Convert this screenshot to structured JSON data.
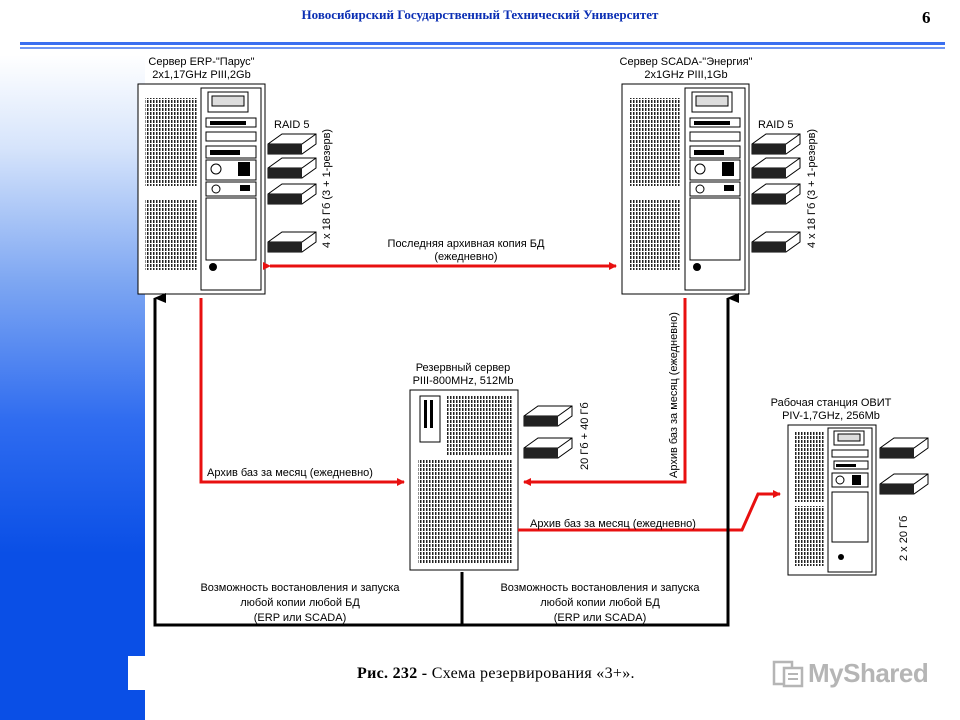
{
  "header": {
    "title": "Новосибирский Государственный Технический Университет",
    "page_number": "6"
  },
  "servers": {
    "erp": {
      "line1": "Сервер ERP-\"Парус\"",
      "line2": "2x1,17GHz PIII,2Gb",
      "raid": "RAID 5",
      "disks": "4 x 18 Гб (3 + 1-резерв)"
    },
    "scada": {
      "line1": "Сервер SCADA-\"Энергия\"",
      "line2": "2x1GHz PIII,1Gb",
      "raid": "RAID 5",
      "disks": "4 x 18 Гб (3 + 1-резерв)"
    },
    "backup": {
      "line1": "Резервный сервер",
      "line2": "PIII-800MHz, 512Mb",
      "disks": "20 Гб + 40 Гб"
    },
    "workstation": {
      "line1": "Рабочая станция ОВИТ",
      "line2": "PIV-1,7GHz, 256Mb",
      "disks": "2 x 20 Гб"
    }
  },
  "links": {
    "archive_copy_line1": "Последняя архивная копия БД",
    "archive_copy_line2": "(ежедневно)",
    "monthly_left": "Архив баз за месяц (ежедневно)",
    "monthly_vertical": "Архив баз за месяц (ежедневно)",
    "monthly_right": "Архив баз за месяц (ежедневно)",
    "restore_left": [
      "Возможность востановления и запуска",
      "любой копии любой  БД",
      "(ERP или SCADA)"
    ],
    "restore_right": [
      "Возможность востановления и запуска",
      "любой копии любой  БД",
      "(ERP или SCADA)"
    ]
  },
  "caption": {
    "prefix": "Рис. 232 -",
    "text": "Схема  резервирования  «3+»."
  },
  "watermark": "MyShared",
  "colors": {
    "arrow_red": "#e81010",
    "header_blue": "#0b2fb4",
    "sidebar_blue": "#0a4fe6"
  }
}
